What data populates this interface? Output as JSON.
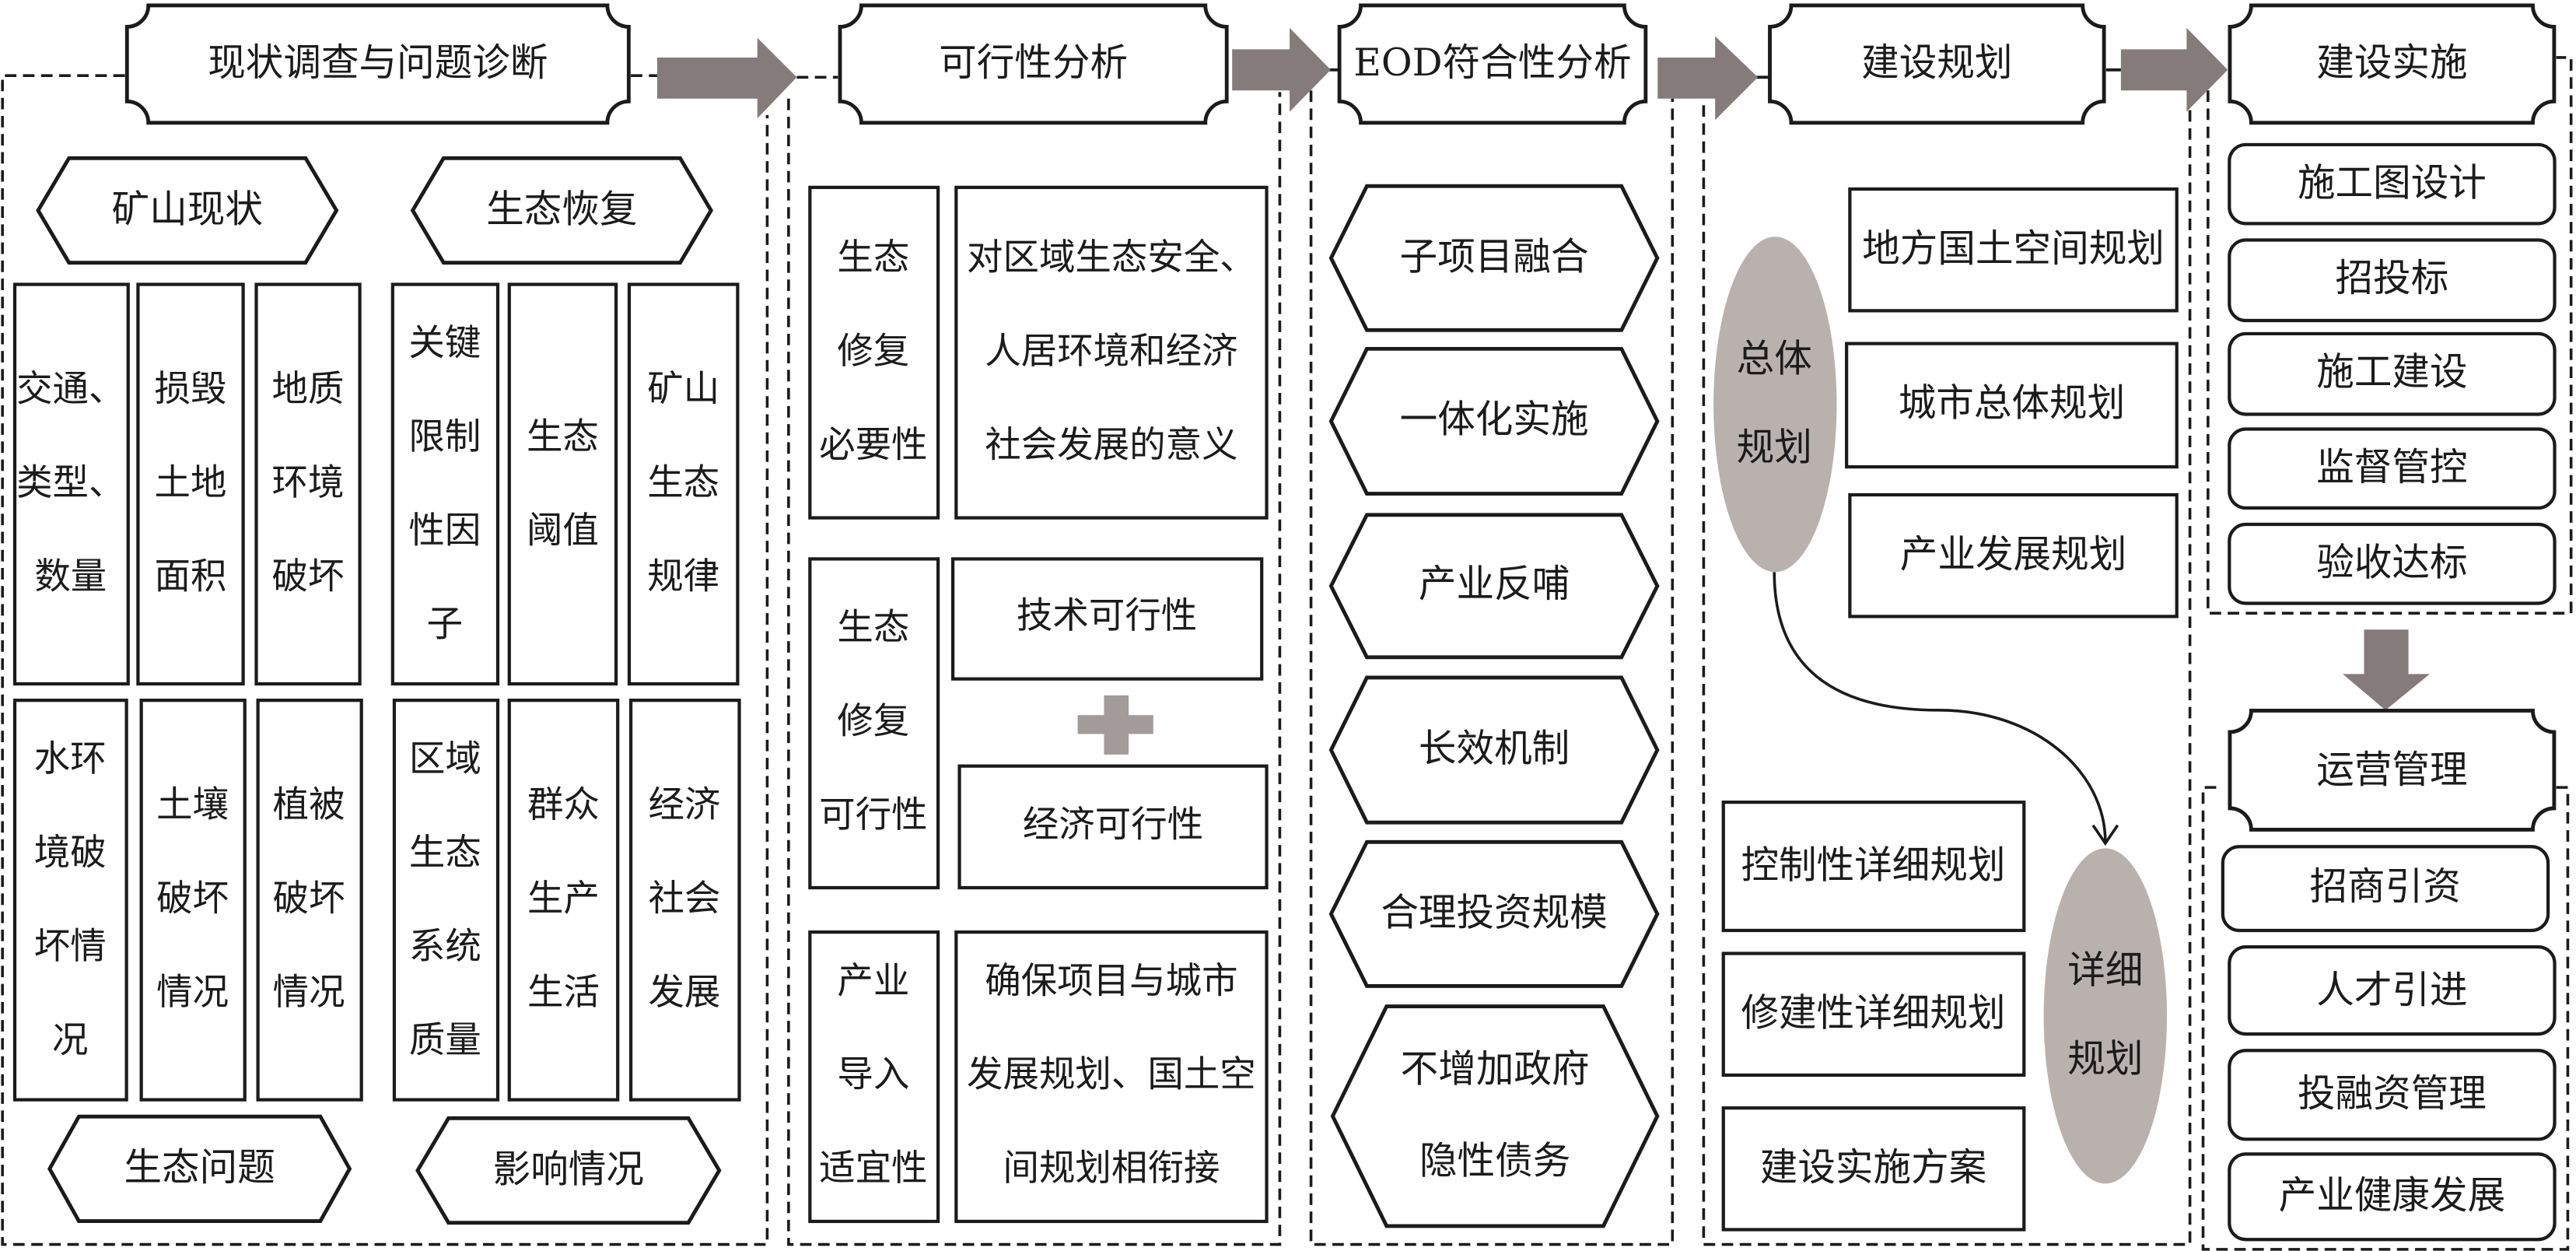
{
  "stages": {
    "survey": "现状调查与问题诊断",
    "feasibility": "可行性分析",
    "eod": "EOD符合性分析",
    "planning": "建设规划",
    "implementation": "建设实施",
    "operation": "运营管理"
  },
  "survey": {
    "categories": {
      "mine_status": "矿山现状",
      "eco_restoration": "生态恢复",
      "eco_problems": "生态问题",
      "impacts": "影响情况"
    },
    "mine_status_items": [
      [
        "交通、",
        "类型、",
        "数量"
      ],
      [
        "损毁",
        "土地",
        "面积"
      ],
      [
        "地质",
        "环境",
        "破坏"
      ]
    ],
    "eco_restoration_items": [
      [
        "关键",
        "限制",
        "性因",
        "子"
      ],
      [
        "生态",
        "阈值"
      ],
      [
        "矿山",
        "生态",
        "规律"
      ]
    ],
    "eco_problem_items": [
      [
        "水环",
        "境破",
        "坏情",
        "况"
      ],
      [
        "土壤",
        "破坏",
        "情况"
      ],
      [
        "植被",
        "破坏",
        "情况"
      ]
    ],
    "impact_items": [
      [
        "区域",
        "生态",
        "系统",
        "质量"
      ],
      [
        "群众",
        "生产",
        "生活"
      ],
      [
        "经济",
        "社会",
        "发展"
      ]
    ]
  },
  "feasibility": {
    "necessity": {
      "label": [
        "生态",
        "修复",
        "必要性"
      ],
      "content": [
        "对区域生态安全、",
        "人居环境和经济",
        "社会发展的意义"
      ]
    },
    "viability": {
      "label": [
        "生态",
        "修复",
        "可行性"
      ],
      "technical": "技术可行性",
      "economic": "经济可行性",
      "combine_icon": "plus-icon"
    },
    "suitability": {
      "label": [
        "产业",
        "导入",
        "适宜性"
      ],
      "content": [
        "确保项目与城市",
        "发展规划、国土空",
        "间规划相衔接"
      ]
    }
  },
  "eod": {
    "items": [
      [
        "子项目融合"
      ],
      [
        "一体化实施"
      ],
      [
        "产业反哺"
      ],
      [
        "长效机制"
      ],
      [
        "合理投资规模"
      ],
      [
        "不增加政府",
        "隐性债务"
      ]
    ]
  },
  "planning": {
    "overall": {
      "label": [
        "总体",
        "规划"
      ],
      "items": [
        "地方国土空间规划",
        "城市总体规划",
        "产业发展规划"
      ]
    },
    "detailed": {
      "label": [
        "详细",
        "规划"
      ],
      "items": [
        "控制性详细规划",
        "修建性详细规划",
        "建设实施方案"
      ]
    },
    "connector_icon": "curved-arrow-icon"
  },
  "implementation": {
    "items": [
      "施工图设计",
      "招投标",
      "施工建设",
      "监督管控",
      "验收达标"
    ]
  },
  "operation": {
    "items": [
      "招商引资",
      "人才引进",
      "投融资管理",
      "产业健康发展"
    ]
  },
  "flow": {
    "arrow_icon": "right-arrow-icon",
    "down_arrow_icon": "down-arrow-icon"
  },
  "colors": {
    "arrow": "#857b7a",
    "ellipse": "#b9b1ae",
    "plus": "#a39b99",
    "stroke": "#1b1b1b",
    "background": "#ffffff"
  }
}
